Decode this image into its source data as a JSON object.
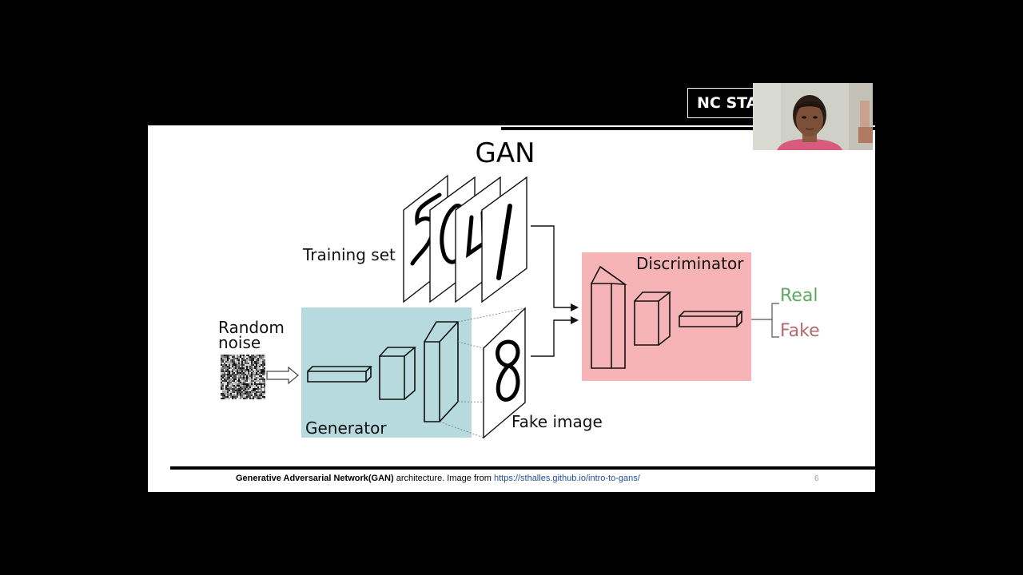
{
  "slide": {
    "title": "GAN",
    "logo_text": "NC STATE",
    "page_number": "6"
  },
  "diagram": {
    "training_set_label": "Training set",
    "random_noise_label_line1": "Random",
    "random_noise_label_line2": "noise",
    "generator_label": "Generator",
    "fake_image_label": "Fake image",
    "discriminator_label": "Discriminator",
    "real_label": "Real",
    "fake_label": "Fake",
    "training_digits": [
      "5",
      "0",
      "4",
      "1"
    ],
    "fake_digit": "8",
    "colors": {
      "generator_box": "#b6dadd",
      "discriminator_box": "#f7b4b6",
      "real": "#5fa85f",
      "fake": "#b26a6e"
    }
  },
  "caption": {
    "bold": "Generative Adversarial Network(GAN)",
    "text": " architecture. Image from ",
    "link": "https://sthalles.github.io/intro-to-gans/"
  },
  "webcam": {
    "icon": "presenter-video-icon"
  }
}
